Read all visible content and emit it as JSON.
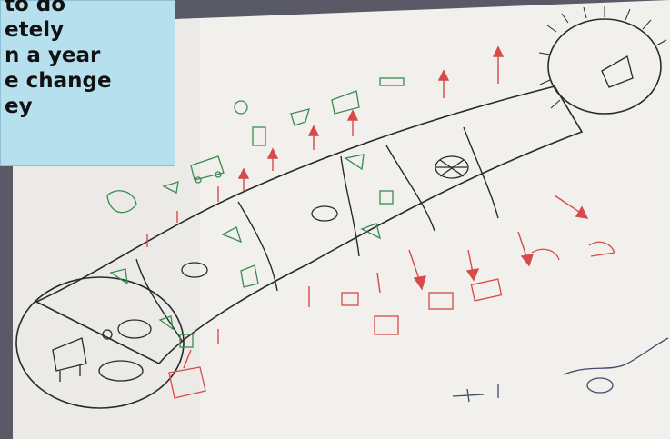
{
  "caption": {
    "lines": [
      "to do",
      "etely",
      "n a year",
      "e change",
      "ey"
    ],
    "background": "#b7e0ee"
  },
  "photo": {
    "subject": "hand-drawn diagram on a whiteboard",
    "colors": {
      "board": "#f3f2ef",
      "ink_black": "#2a2a2a",
      "ink_green": "#3a8a52",
      "ink_red": "#d84a4a",
      "frame": "#5a5a66"
    }
  }
}
